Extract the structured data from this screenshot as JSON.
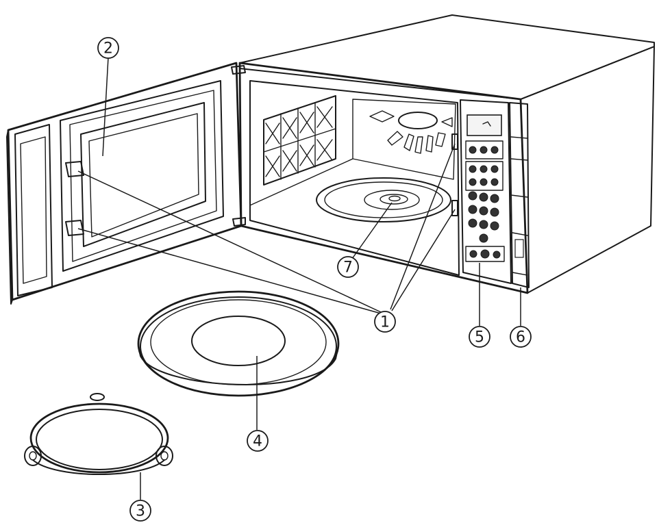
{
  "diagram": {
    "callouts": [
      {
        "id": "1",
        "label": "1"
      },
      {
        "id": "2",
        "label": "2"
      },
      {
        "id": "3",
        "label": "3"
      },
      {
        "id": "4",
        "label": "4"
      },
      {
        "id": "5",
        "label": "5"
      },
      {
        "id": "6",
        "label": "6"
      },
      {
        "id": "7",
        "label": "7"
      }
    ],
    "parts": [
      "door-hooks",
      "door-window",
      "roller-ring",
      "glass-turntable",
      "control-panel",
      "door-release",
      "turntable-shaft"
    ]
  }
}
